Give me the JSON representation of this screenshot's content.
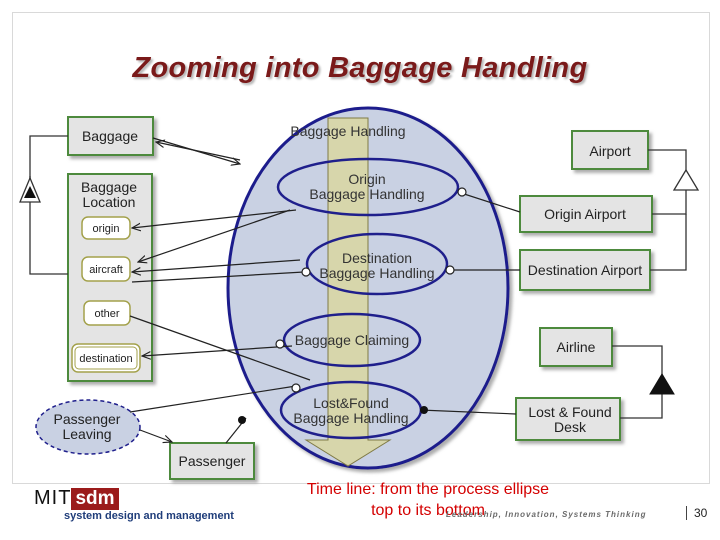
{
  "title": "Zooming into Baggage Handling",
  "caption": "Time line: from the process ellipse top to its bottom",
  "page_number": "30",
  "footer": {
    "logo_mit": "MIT",
    "logo_sdm": "sdm",
    "logo_sub": "system design and management",
    "tagline": "Leadership, Innovation, Systems Thinking"
  },
  "objects": {
    "baggage": "Baggage",
    "baggage_location_line1": "Baggage",
    "baggage_location_line2": "Location",
    "origin": "origin",
    "aircraft": "aircraft",
    "other": "other",
    "destination": "destination",
    "passenger_leaving_line1": "Passenger",
    "passenger_leaving_line2": "Leaving",
    "passenger": "Passenger",
    "airport": "Airport",
    "origin_airport": "Origin Airport",
    "destination_airport": "Destination Airport",
    "airline": "Airline",
    "lost_found_desk_line1": "Lost & Found",
    "lost_found_desk_line2": "Desk"
  },
  "processes": {
    "baggage_handling": "Baggage Handling",
    "origin_line1": "Origin",
    "origin_line2": "Baggage Handling",
    "destination_line1": "Destination",
    "destination_line2": "Baggage Handling",
    "claiming": "Baggage Claiming",
    "lostfound_line1": "Lost&Found",
    "lostfound_line2": "Baggage Handling"
  },
  "colors": {
    "title": "#7a1a1a",
    "object_border": "#4e8a3e",
    "process_border": "#1f1f8c",
    "main_ellipse_fill": "#c9d1e3",
    "timeline_fill": "#d8d6a4",
    "caption": "#d40000"
  }
}
